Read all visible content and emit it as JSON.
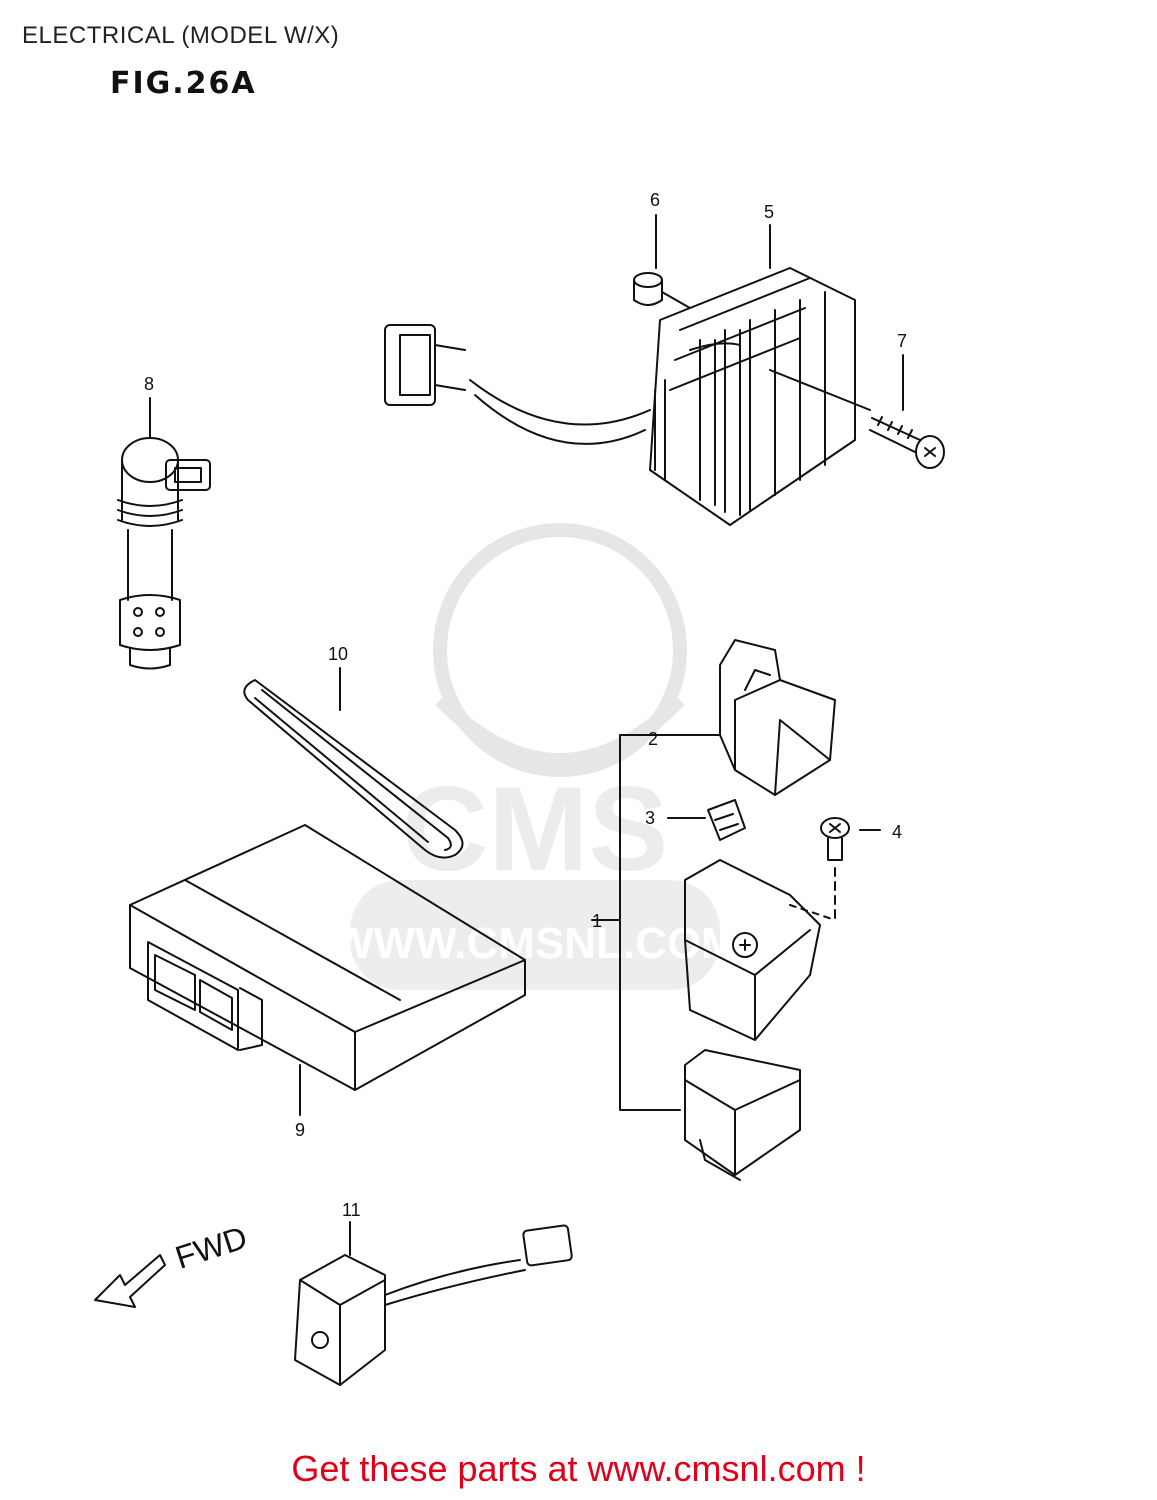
{
  "header": {
    "title": "ELECTRICAL (MODEL W/X)",
    "figure": "FIG.26A"
  },
  "callouts": [
    "1",
    "2",
    "3",
    "4",
    "5",
    "6",
    "7",
    "8",
    "9",
    "10",
    "11"
  ],
  "direction": {
    "label": "FWD"
  },
  "watermark": {
    "logo": "CMS",
    "url": "WWW.CMSNL.COM"
  },
  "footer": {
    "cta": "Get these parts at www.cmsnl.com !",
    "color": "#e0001a"
  }
}
